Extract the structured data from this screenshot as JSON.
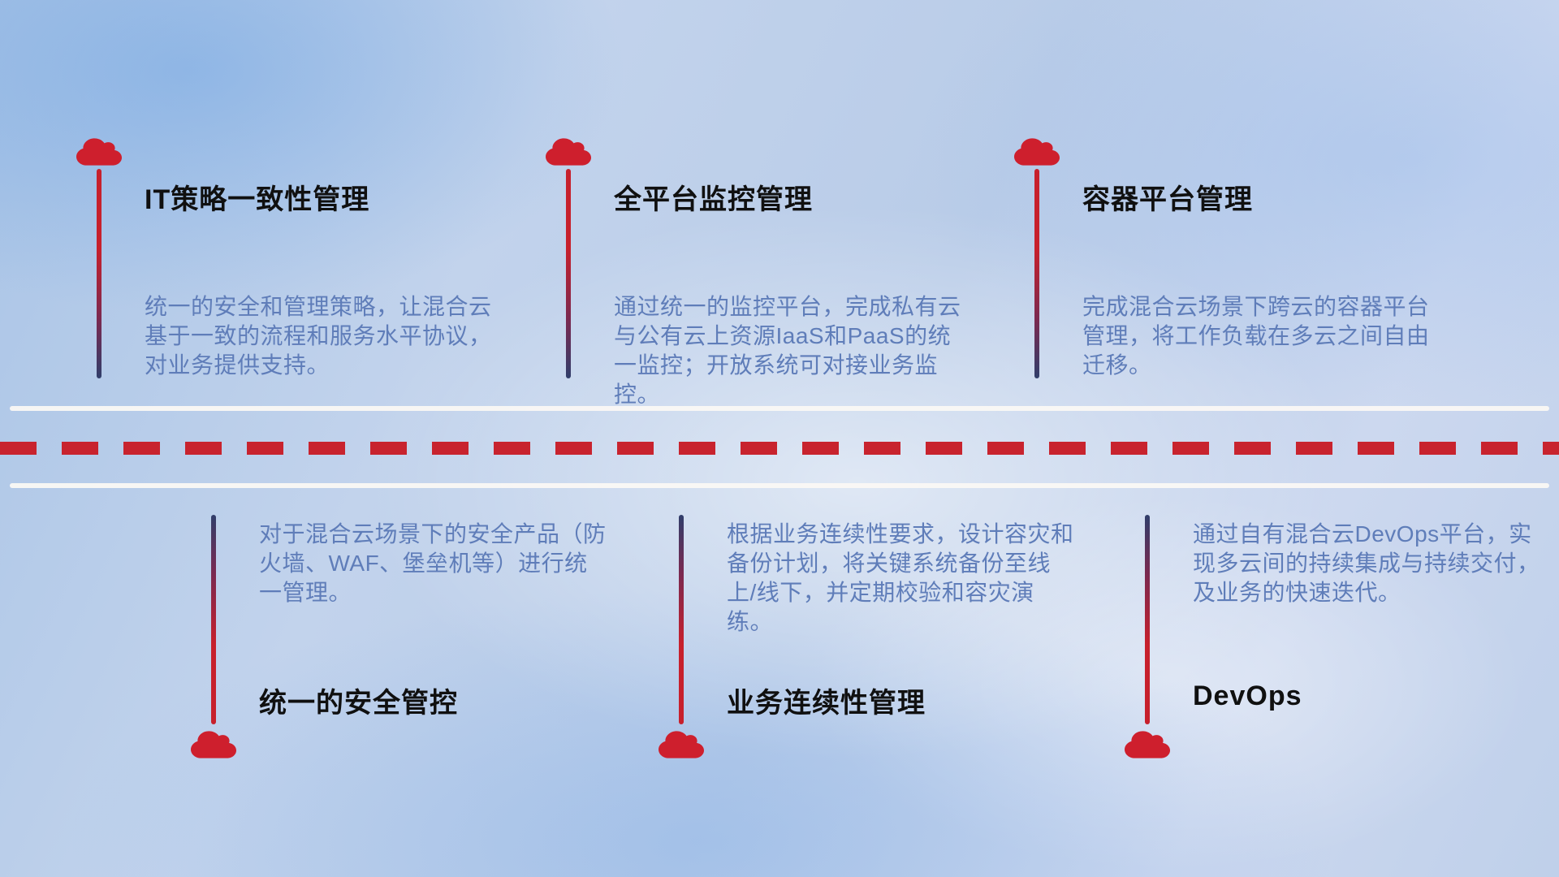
{
  "colors": {
    "background_base": "#bfd0ea",
    "cloud_red": "#ce1f2d",
    "dash_red": "#c8232e",
    "stem_red": "#c7202c",
    "stem_navy": "#303e6b",
    "title_text": "#101010",
    "desc_text": "#5f7db9",
    "road_line": "#faf8f4"
  },
  "top_items": [
    {
      "icon": "cloud-icon",
      "title": "IT策略一致性管理",
      "desc": "统一的安全和管理策略，让混合云基于一致的流程和服务水平协议，对业务提供支持。"
    },
    {
      "icon": "cloud-icon",
      "title": "全平台监控管理",
      "desc": "通过统一的监控平台，完成私有云与公有云上资源IaaS和PaaS的统一监控；开放系统可对接业务监控。"
    },
    {
      "icon": "cloud-icon",
      "title": "容器平台管理",
      "desc": "完成混合云场景下跨云的容器平台管理，将工作负载在多云之间自由迁移。"
    }
  ],
  "bottom_items": [
    {
      "icon": "cloud-icon",
      "title": "统一的安全管控",
      "desc": "对于混合云场景下的安全产品（防火墙、WAF、堡垒机等）进行统一管理。"
    },
    {
      "icon": "cloud-icon",
      "title": "业务连续性管理",
      "desc": "根据业务连续性要求，设计容灾和备份计划，将关键系统备份至线上/线下，并定期校验和容灾演练。"
    },
    {
      "icon": "cloud-icon",
      "title": "DevOps",
      "desc": "通过自有混合云DevOps平台，实现多云间的持续集成与持续交付，及业务的快速迭代。"
    }
  ]
}
